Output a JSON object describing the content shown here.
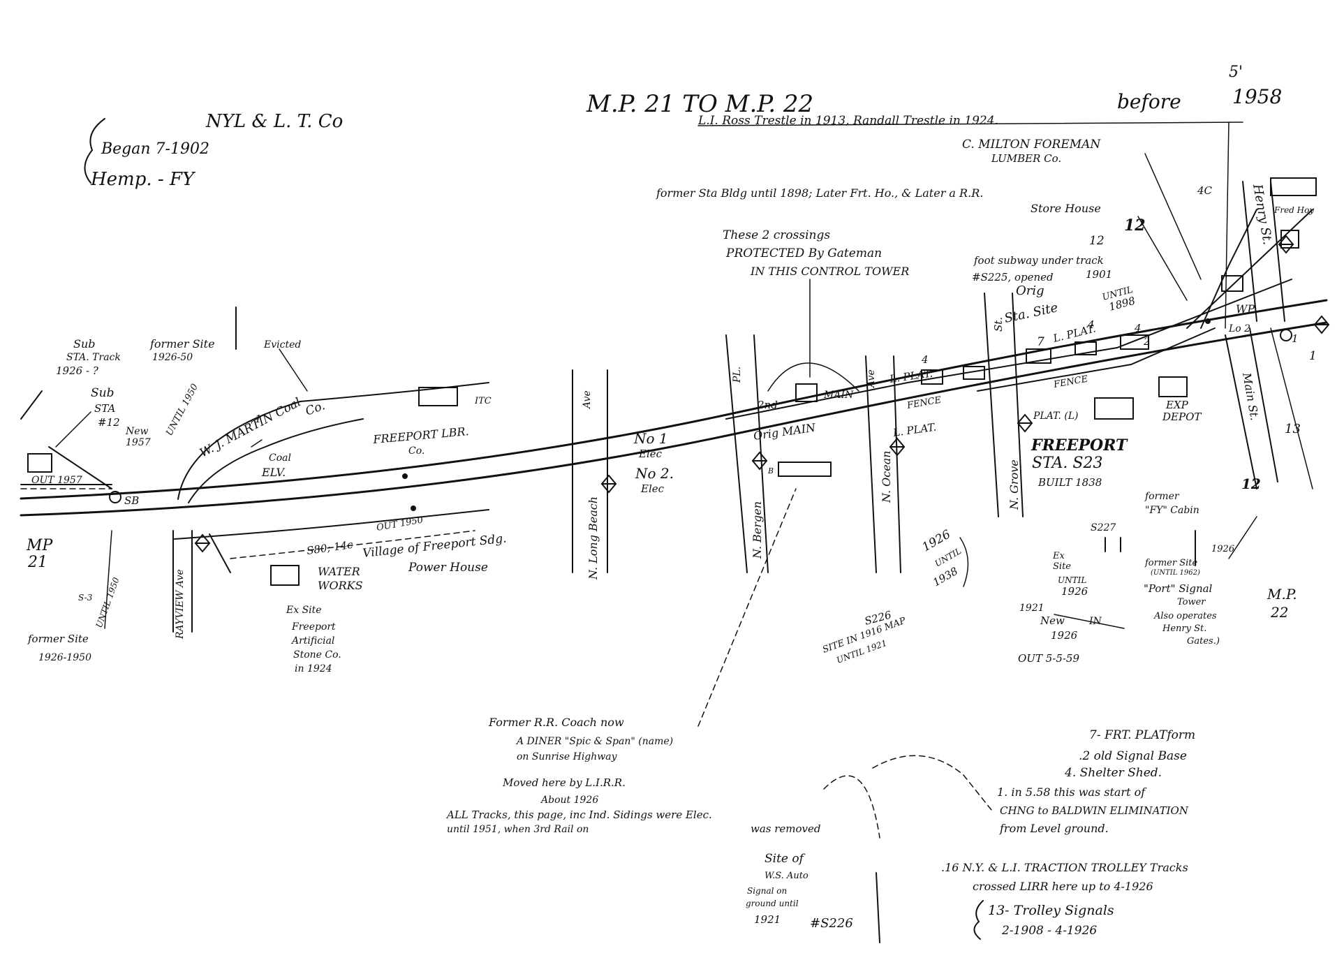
{
  "header": {
    "title": "M.P. 21 TO M.P. 22",
    "before": "before",
    "year_small": "5'",
    "year": "1958",
    "company": "NYL & L. T. Co",
    "began": "Began 7-1902",
    "route": "Hemp. - FY",
    "trestle": "L.I. Ross Trestle in 1913, Randall Trestle in 1924."
  },
  "labels": {
    "milton_1": "C. MILTON FOREMAN",
    "milton_2": "LUMBER Co.",
    "former_sta": "former Sta Bldg until 1898; Later Frt. Ho., & Later a R.R.",
    "store_house": "Store House",
    "crossings_1": "These 2 crossings",
    "crossings_2": "PROTECTED By Gateman",
    "crossings_3": "IN THIS CONTROL TOWER",
    "foot_subway": "foot subway under track",
    "s225": "#S225, opened",
    "yr_1901": "1901",
    "orig_sta_1": "Orig",
    "orig_sta_2": "Sta. Site",
    "until_1898_1": "UNTIL",
    "until_1898_2": "1898",
    "l_plat_top": "L. PLAT.",
    "l_plat_mid": "L. PLAT.",
    "l_plat_bot": "L. PLAT.",
    "fence_upper": "FENCE",
    "fence_lower": "FENCE",
    "plat_l": "PLAT. (L)",
    "freeport": "FREEPORT",
    "sta_s23": "STA. S23",
    "built": "BUILT 1838",
    "exp_1": "EXP",
    "exp_2": "DEPOT",
    "sub_sta_track_1": "Sub",
    "sub_sta_track_2": "STA. Track",
    "sub_sta_track_3": "1926 - ?",
    "sub_sta_1": "Sub",
    "sub_sta_2": "STA",
    "sub_sta_3": "#12",
    "new_1957_1": "New",
    "new_1957_2": "1957",
    "until_1950": "UNTIL 1950",
    "out_1957": "OUT 1957",
    "former_site_1": "former Site",
    "former_site_2": "1926-50",
    "evicted": "Evicted",
    "martin_1": "W. J. MARTIN Coal",
    "martin_2": "Co.",
    "coal_elv_1": "Coal",
    "coal_elv_2": "ELV.",
    "freeport_lbr_1": "FREEPORT LBR.",
    "freeport_lbr_2": "Co.",
    "itc": "ITC",
    "no1_1": "No 1",
    "no1_2": "Elec",
    "no2_1": "No 2.",
    "no2_2": "Elec",
    "second_main": "2nd",
    "main_word": "MAIN",
    "orig_main": "Orig MAIN",
    "mp21_1": "MP",
    "mp21_2": "21",
    "sb": "SB",
    "out_1950": "OUT 1950",
    "s80": "S80; 14c",
    "village": "Village of Freeport Sdg.",
    "power_house": "Power House",
    "water_1": "WATER",
    "water_2": "WORKS",
    "ex_site_1": "Ex Site",
    "ex_site_2": "Freeport",
    "ex_site_3": "Artificial",
    "ex_site_4": "Stone Co.",
    "ex_site_5": "in 1924",
    "former_site_b1": "former Site",
    "former_site_b2": "1926-1950",
    "until_1950_b": "UNTIL 1950",
    "s_3": "S-3",
    "rayview": "RAYVIEW Ave",
    "long_beach": "N. Long Beach",
    "ave_lb": "Ave",
    "bergen": "N. Bergen",
    "pl_bergen": "PL.",
    "ocean": "N. Ocean",
    "ave_ocean": "Ave",
    "grove": "N. Grove",
    "st_grove": "St.",
    "henry": "Henry St.",
    "main_st": "Main St.",
    "fred_hoy": "Fred Hoy",
    "c_label": "4C",
    "s227": "S227",
    "ex_site_c1": "Ex",
    "ex_site_c2": "Site",
    "ex_site_c3": "UNTIL",
    "ex_site_c4": "1926",
    "new_1926_1": "New",
    "new_1926_2": "IN",
    "new_1926_3": "1926",
    "out_559": "OUT 5-5-59",
    "yr_1921": "1921",
    "s226": "S226",
    "yr_1926": "1926",
    "until_1938_1": "UNTIL",
    "until_1938_2": "1938",
    "site_1916_1": "SITE IN 1916 MAP",
    "site_1916_2": "UNTIL 1921",
    "former_fy_1": "former",
    "former_fy_2": "\"FY\" Cabin",
    "former_site_r1": "former Site",
    "former_site_r2": "(UNTIL 1962)",
    "yr_1926r": "1926",
    "port_1": "\"Port\" Signal",
    "port_2": "Tower",
    "port_3": "Also operates",
    "port_4": "Henry St.",
    "port_5": "Gates.)",
    "mp22_1": "M.P.",
    "mp22_2": "22",
    "wp": "WP",
    "coach_1": "Former R.R. Coach now",
    "coach_2": "A DINER \"Spic & Span\" (name)",
    "coach_3": "on Sunrise Highway",
    "coach_4": "Moved here by L.I.R.R.",
    "coach_5": "About 1926",
    "all_tracks_1": "ALL Tracks, this page, inc Ind. Sidings were Elec.",
    "all_tracks_2": "until 1951, when 3rd Rail on",
    "all_tracks_3": "was removed",
    "site_ws_1": "Site of",
    "site_ws_2": "W.S. Auto",
    "site_ws_3": "Signal on",
    "site_ws_4": "ground until",
    "site_ws_5": "1921",
    "site_ws_6": "#S226",
    "n12_a": "12",
    "n12_b": "12",
    "n12_c": "12",
    "n13": "13",
    "n4_a": "4",
    "n4_b": "4",
    "n4_c": "4",
    "n7": "7",
    "n1_a": "1",
    "n1_b": "1",
    "n1_c": "1",
    "n2": "2",
    "lo2": "Lo 2",
    "o_label": "B"
  },
  "legend": {
    "l7": "7- FRT. PLATform",
    "l2": ".2 old Signal Base",
    "l4": "4. Shelter Shed.",
    "l1_1": "1. in 5.58 this was start of",
    "l1_2": "CHNG to BALDWIN ELIMINATION",
    "l1_3": "from Level ground.",
    "l16_1": ".16 N.Y. & L.I. TRACTION TROLLEY Tracks",
    "l16_2": "crossed LIRR here up to 4-1926",
    "l13_1": "13- Trolley Signals",
    "l13_2": "2-1908 - 4-1926"
  }
}
